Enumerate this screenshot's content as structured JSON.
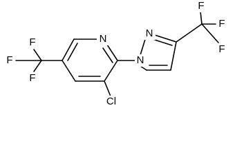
{
  "molecule": {
    "atoms": [
      {
        "id": "N1",
        "label": "N"
      },
      {
        "id": "Cl",
        "label": "Cl"
      },
      {
        "id": "N2",
        "label": "N"
      },
      {
        "id": "N3",
        "label": "N"
      },
      {
        "id": "F1",
        "label": "F"
      },
      {
        "id": "F2",
        "label": "F"
      },
      {
        "id": "F3",
        "label": "F"
      },
      {
        "id": "F4",
        "label": "F"
      },
      {
        "id": "F5",
        "label": "F"
      },
      {
        "id": "F6",
        "label": "F"
      }
    ]
  },
  "colors": {
    "bond": "#000000",
    "label": "#000000",
    "background": "#ffffff"
  }
}
